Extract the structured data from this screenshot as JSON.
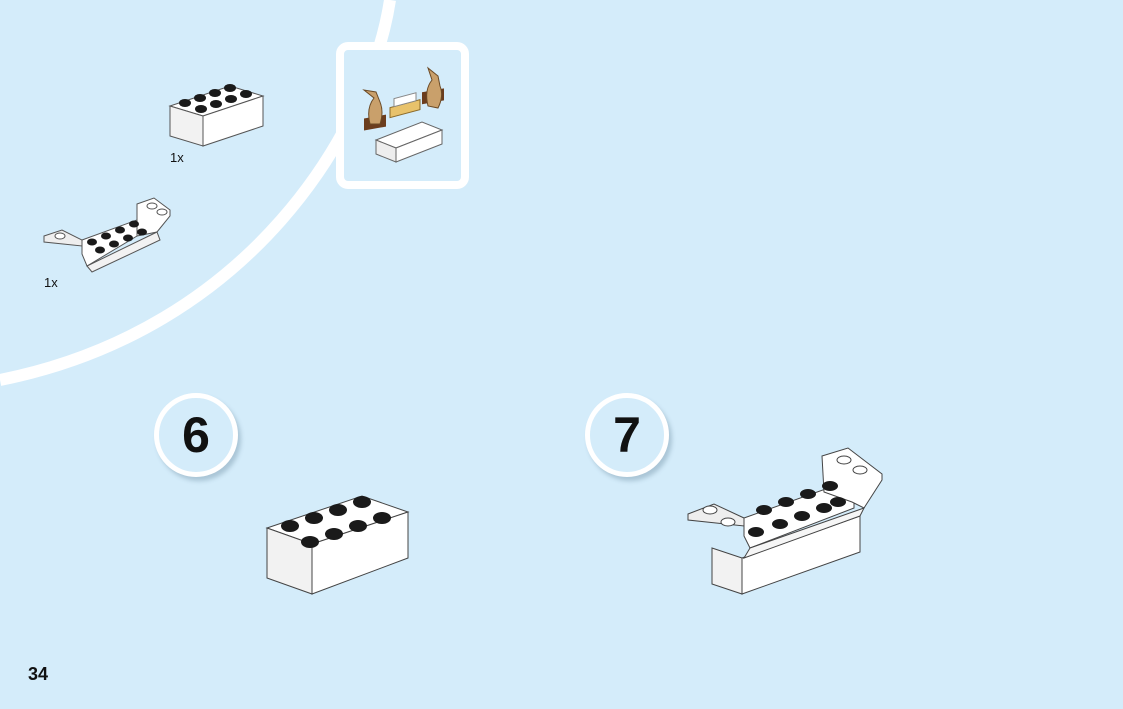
{
  "parts_list": {
    "items": [
      {
        "quantity": "1x",
        "icon": "brick-2x4-white-icon"
      },
      {
        "quantity": "1x",
        "icon": "inverted-slope-brick-white-icon"
      }
    ]
  },
  "preview": {
    "icon": "reindeer-sleigh-model-icon"
  },
  "steps": [
    {
      "number": "6",
      "icon": "brick-2x4-white-icon"
    },
    {
      "number": "7",
      "icon": "brick-assembly-step7-icon"
    }
  ],
  "page": {
    "number": "34"
  },
  "colors": {
    "background": "#d4ecfa",
    "panel": "#ffffff",
    "brick": "#ffffff",
    "outline": "#333333"
  }
}
